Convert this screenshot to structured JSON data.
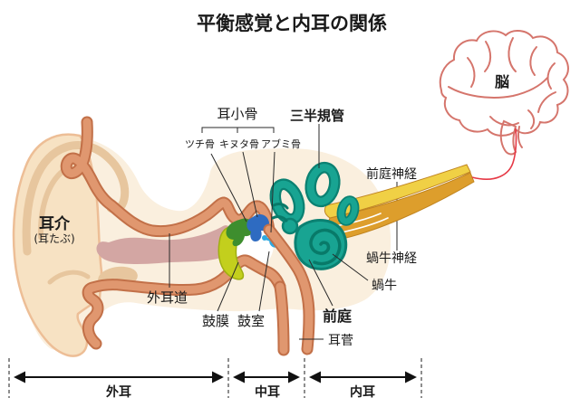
{
  "title": "平衡感覚と内耳の関係",
  "labels": {
    "pinna": "耳介",
    "pinna_sub": "(耳たぶ)",
    "ear_canal": "外耳道",
    "ossicles_group": "耳小骨",
    "malleus": "ツチ骨",
    "incus": "キヌタ骨",
    "stapes": "アブミ骨",
    "semicircular_canals": "三半規管",
    "vestibular_nerve": "前庭神経",
    "cochlear_nerve": "蝸牛神経",
    "cochlea": "蝸牛",
    "vestibule": "前庭",
    "eardrum": "鼓膜",
    "tympanic_cavity": "鼓室",
    "eustachian_tube": "耳菅",
    "brain": "脳"
  },
  "axis": {
    "outer_ear": "外耳",
    "middle_ear": "中耳",
    "inner_ear": "内耳"
  },
  "colors": {
    "background": "#FFFFFF",
    "head_skin": "#FAEFDE",
    "pinna_skin": "#F7E2C3",
    "skin_shade": "#E7C69E",
    "wall_outline": "#C27048",
    "wall_fill": "#E0976F",
    "canal_interior": "#D3A6A3",
    "cavity": "#FFFFFF",
    "eardrum": "#C3CF1D",
    "malleus": "#3E8E2E",
    "incus": "#2E6BC1",
    "stapes": "#2FA9E1",
    "labyrinth": "#18A492",
    "labyrinth_outline": "#0B8172",
    "nerve_light": "#F0D045",
    "nerve_dark": "#DD9E2C",
    "brain_fill": "#F3A89F",
    "brain_outline": "#D5756C",
    "nerve_red": "#E63946",
    "text": "#1A1A1A"
  }
}
